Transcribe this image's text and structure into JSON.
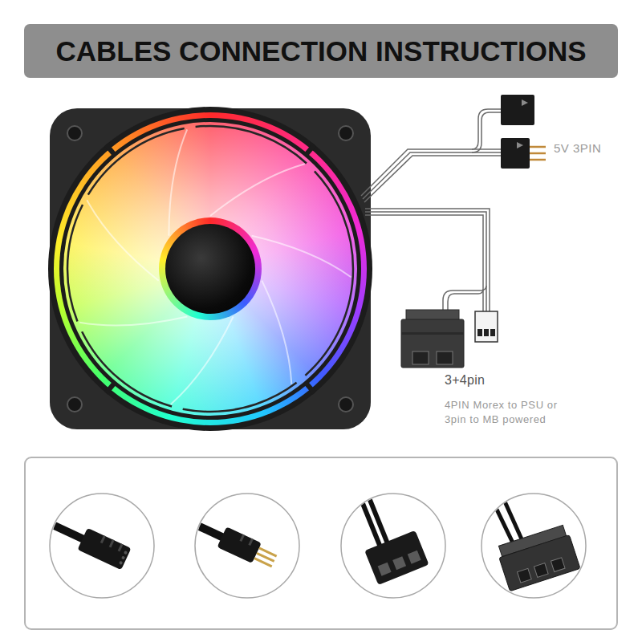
{
  "diagram": {
    "title": "CABLES CONNECTION INSTRUCTIONS",
    "labels": [
      "5V 3PIN",
      "3+4pin",
      "4PIN Morex to PSU or 3pin to MB powered"
    ]
  }
}
